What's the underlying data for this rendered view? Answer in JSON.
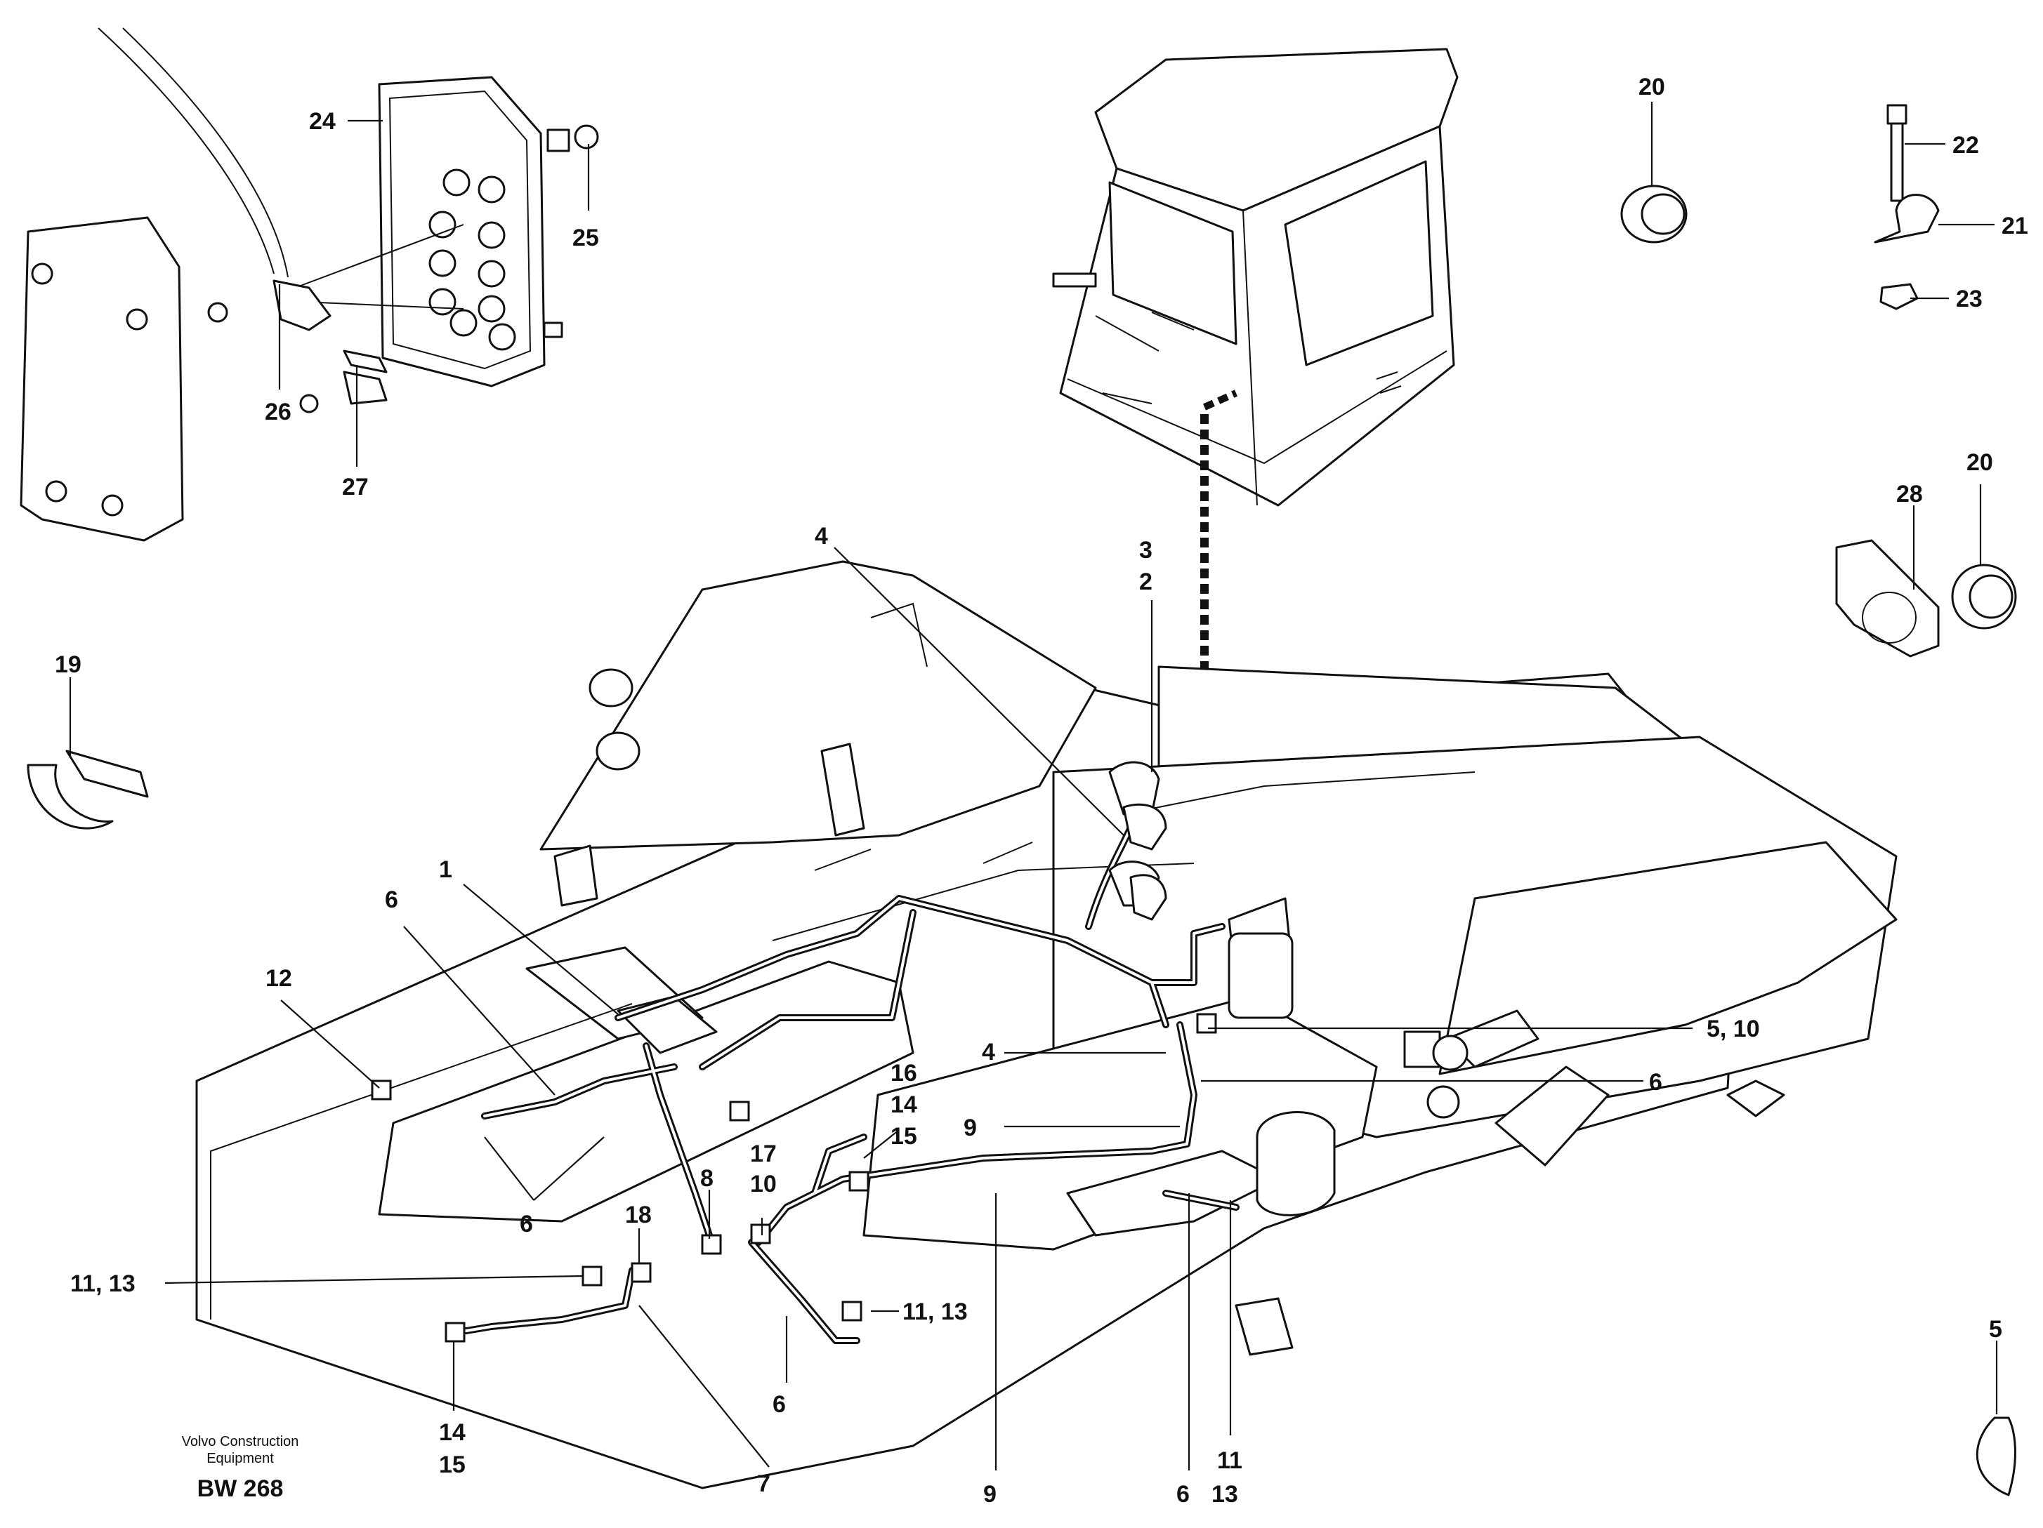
{
  "diagram": {
    "footer": {
      "company_line1": "Volvo Construction",
      "company_line2": "Equipment",
      "code": "BW 268"
    },
    "callouts": {
      "c24": "24",
      "c25": "25",
      "c26": "26",
      "c27": "27",
      "c20a": "20",
      "c22": "22",
      "c21": "21",
      "c23": "23",
      "c28": "28",
      "c20b": "20",
      "c19": "19",
      "c5a": "5",
      "c4a": "4",
      "c3": "3",
      "c2": "2",
      "c1": "1",
      "c6a": "6",
      "c12": "12",
      "c510": "5, 10",
      "c4b": "4",
      "c6b": "6",
      "c9a": "9",
      "c16": "16",
      "c14a": "14",
      "c15a": "15",
      "c17": "17",
      "c10": "10",
      "c8": "8",
      "c18": "18",
      "c6c": "6",
      "c1113a": "11, 13",
      "c1113b": "11, 13",
      "c14b": "14",
      "c15b": "15",
      "c6d": "6",
      "c7": "7",
      "c9b": "9",
      "c6e": "6",
      "c11": "11",
      "c13": "13"
    }
  }
}
